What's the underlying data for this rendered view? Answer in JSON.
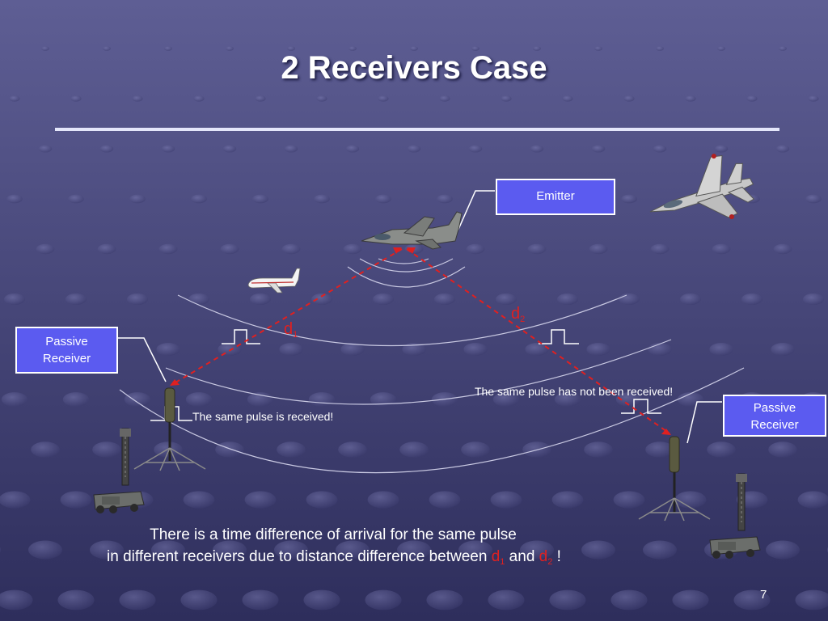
{
  "slide": {
    "title": "2 Receivers Case",
    "page_number": "7"
  },
  "labels": {
    "emitter": "Emitter",
    "receiver_left_line1": "Passive",
    "receiver_left_line2": "Receiver",
    "receiver_right_line1": "Passive",
    "receiver_right_line2": "Receiver",
    "pulse_received": "The same pulse is received!",
    "pulse_not_received": "The same pulse has not been received!"
  },
  "distances": {
    "d1_base": "d",
    "d1_sub": "1",
    "d2_base": "d",
    "d2_sub": "2"
  },
  "caption": {
    "line1": "There is a time difference of arrival for the same pulse",
    "line2_prefix": "in different receivers due to distance difference between ",
    "d1_base": "d",
    "d1_sub": "1",
    "and": " and ",
    "d2_base": "d",
    "d2_sub": "2",
    "end": " !"
  },
  "colors": {
    "background_top": "#5e5e94",
    "background_bottom": "#2e2e5c",
    "box_fill": "#5b5bf0",
    "distance_line": "#e02020",
    "text": "#ffffff"
  },
  "icons": [
    "emitter-jet-icon",
    "fighter-jet-icon",
    "airliner-icon",
    "receiver-mast-icon",
    "radar-vehicle-icon"
  ]
}
